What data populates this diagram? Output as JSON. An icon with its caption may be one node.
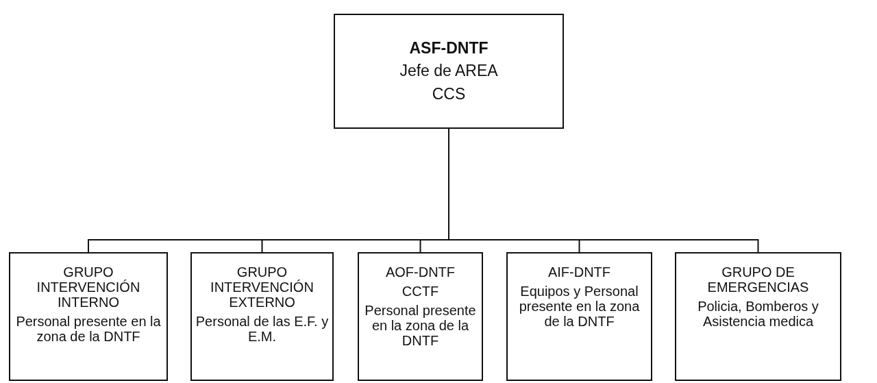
{
  "diagram": {
    "nodes": [
      {
        "text": [
          "ASF-DNTF",
          "Jefe de AREA",
          "CCS"
        ]
      },
      {
        "text": [
          "GRUPO INTERVENCIÓN INTERNO",
          "Personal presente en la zona de la DNTF"
        ]
      },
      {
        "text": [
          "GRUPO INTERVENCIÓN EXTERNO",
          "Personal de las E.F. y E.M."
        ]
      },
      {
        "text": [
          "AOF-DNTF",
          "CCTF",
          "Personal presente en la zona de la DNTF"
        ]
      },
      {
        "text": [
          "AIF-DNTF",
          "Equipos y Personal presente en la zona de la DNTF"
        ]
      },
      {
        "text": [
          "GRUPO DE EMERGENCIAS",
          "Policia, Bomberos y Asistencia medica"
        ]
      }
    ],
    "edges": [
      {
        "from": 0,
        "to": 1,
        "arrow": "none"
      },
      {
        "from": 0,
        "to": 2,
        "arrow": "none"
      },
      {
        "from": 0,
        "to": 3,
        "arrow": "none"
      },
      {
        "from": 0,
        "to": 4,
        "arrow": "none"
      },
      {
        "from": 0,
        "to": 5,
        "arrow": "none"
      }
    ]
  }
}
